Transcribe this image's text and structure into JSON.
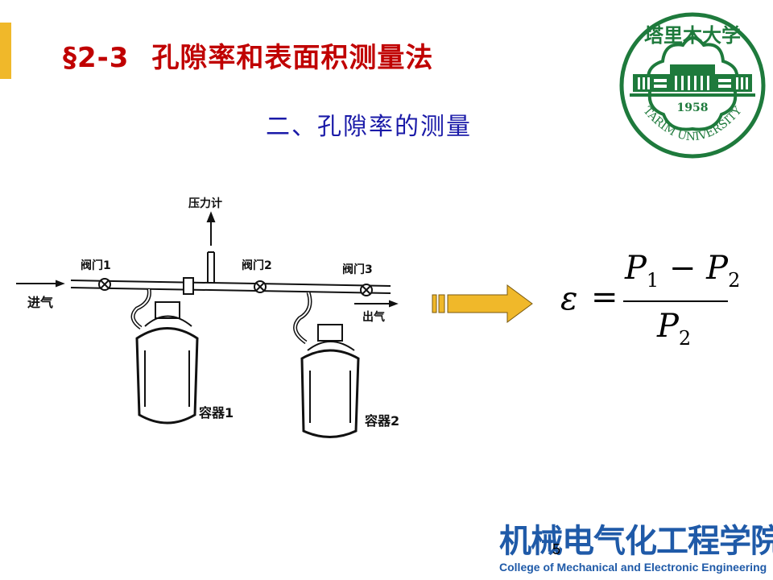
{
  "slide": {
    "accent_color": "#f0b82a",
    "title": {
      "section": "§2-3",
      "text": "孔隙率和表面积测量法",
      "color": "#c00000"
    },
    "subtitle": {
      "text": "二、孔隙率的测量",
      "color": "#1a1aa8"
    },
    "logo": {
      "name_cn": "塔里木大学",
      "name_en": "TARIM UNIVERSITY",
      "year": "1958",
      "color": "#1e7a3c"
    },
    "diagram": {
      "labels": {
        "pressure_gauge": "压力计",
        "valve1": "阀门1",
        "valve2": "阀门2",
        "valve3": "阀门3",
        "gas_in": "进气",
        "gas_out": "出气",
        "container1": "容器1",
        "container2": "容器2"
      }
    },
    "arrow": {
      "color": "#f0b82a",
      "direction": "right"
    },
    "formula": {
      "lhs": "ε",
      "equals": "=",
      "numerator": {
        "a": "P",
        "a_sub": "1",
        "op": "−",
        "b": "P",
        "b_sub": "2"
      },
      "denominator": {
        "p": "P",
        "p_sub": "2"
      }
    },
    "footer": {
      "college_cn": "机械电气化工程学院",
      "college_en": "College of Mechanical and Electronic Engineering",
      "color": "#1f5aa8"
    },
    "page_number": "5"
  }
}
